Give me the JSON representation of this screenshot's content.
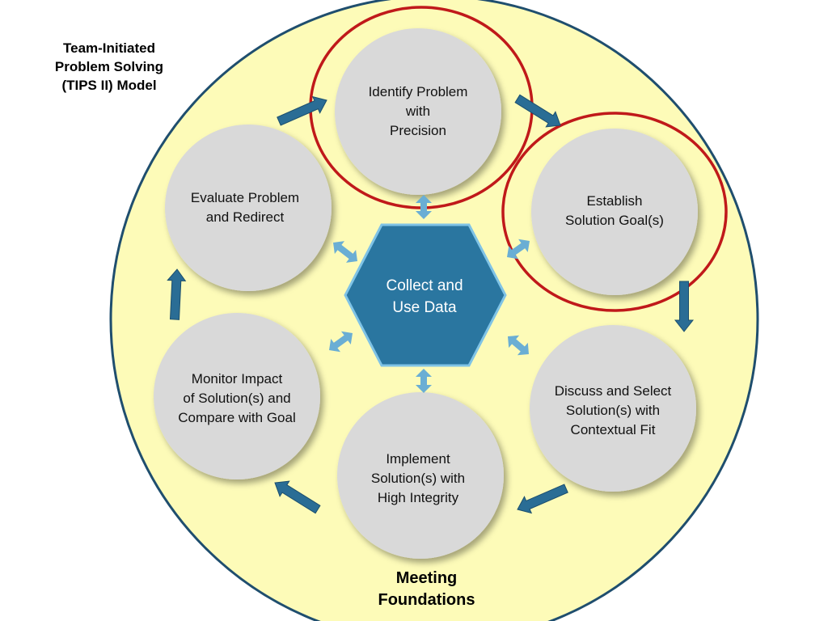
{
  "title_lines": [
    "Team-Initiated",
    "Problem Solving",
    "(TIPS II) Model"
  ],
  "center_lines": [
    "Collect and",
    "Use Data"
  ],
  "foundation_lines": [
    "Meeting",
    "Foundations"
  ],
  "steps": [
    {
      "id": "identify",
      "lines": [
        "Identify Problem",
        "with",
        "Precision"
      ],
      "highlighted": true
    },
    {
      "id": "establish",
      "lines": [
        "Establish",
        "Solution Goal(s)"
      ],
      "highlighted": true
    },
    {
      "id": "discuss",
      "lines": [
        "Discuss and Select",
        "Solution(s) with",
        "Contextual Fit"
      ],
      "highlighted": false
    },
    {
      "id": "implement",
      "lines": [
        "Implement",
        "Solution(s) with",
        "High Integrity"
      ],
      "highlighted": false
    },
    {
      "id": "monitor",
      "lines": [
        "Monitor Impact",
        "of Solution(s) and",
        "Compare with Goal"
      ],
      "highlighted": false
    },
    {
      "id": "evaluate",
      "lines": [
        "Evaluate Problem",
        "and Redirect"
      ],
      "highlighted": false
    }
  ],
  "colors": {
    "outer_fill": "#fdfbb8",
    "outer_stroke": "#1f4e6e",
    "node_fill": "#d9d9d9",
    "hex_fill": "#2a76a0",
    "hex_stroke": "#7fc3e6",
    "cycle_arrow": "#2a6d95",
    "data_arrow": "#6aaed4",
    "highlight": "#c0191a"
  },
  "icons": {
    "cycle_arrow": "block-arrow-icon",
    "data_arrow": "double-headed-arrow-icon"
  }
}
